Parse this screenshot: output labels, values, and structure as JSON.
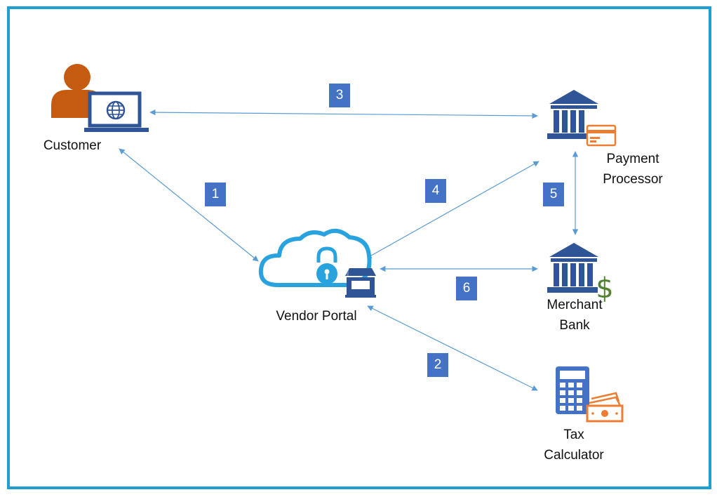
{
  "nodes": {
    "customer": {
      "label": "Customer"
    },
    "vendor_portal": {
      "label": "Vendor Portal"
    },
    "payment_processor": {
      "label_line1": "Payment",
      "label_line2": "Processor"
    },
    "merchant_bank": {
      "label_line1": "Merchant",
      "label_line2": "Bank"
    },
    "tax_calculator": {
      "label_line1": "Tax",
      "label_line2": "Calculator"
    }
  },
  "steps": [
    "1",
    "2",
    "3",
    "4",
    "5",
    "6"
  ],
  "colors": {
    "frame": "#1f9ed1",
    "badge": "#4472c4",
    "arrow": "#5b9bd5",
    "person": "#c55a11",
    "bank": "#2f5597",
    "cloud": "#29a3dd",
    "card": "#ed7d31",
    "dollar": "#548235"
  },
  "icons": [
    "person-icon",
    "laptop-globe-icon",
    "bank-icon",
    "credit-card-icon",
    "cloud-lock-icon",
    "storefront-icon",
    "dollar-sign-icon",
    "calculator-icon",
    "cash-icon"
  ]
}
